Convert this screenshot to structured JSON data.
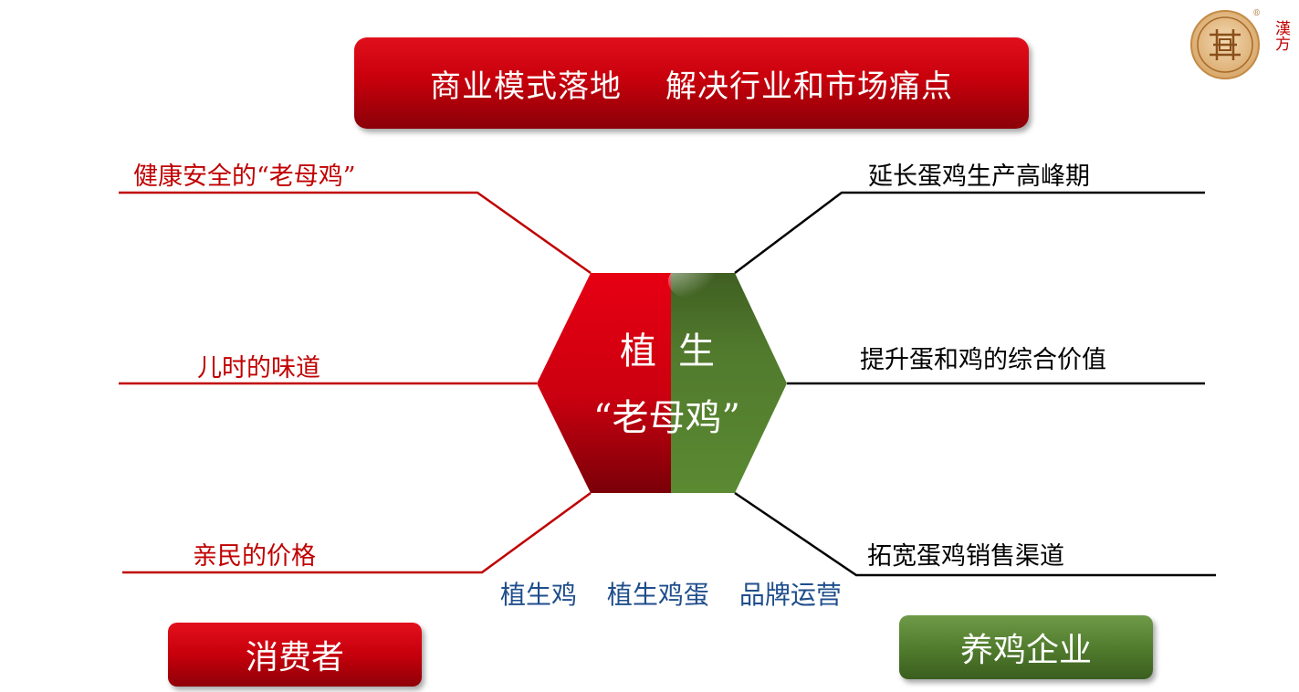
{
  "title": {
    "left": "商业模式落地",
    "right": "解决行业和市场痛点"
  },
  "left_items": [
    {
      "label": "健康安全的“老母鸡”"
    },
    {
      "label": "儿时的味道"
    },
    {
      "label": "亲民的价格"
    }
  ],
  "right_items": [
    {
      "label": "延长蛋鸡生产高峰期"
    },
    {
      "label": "提升蛋和鸡的综合价值"
    },
    {
      "label": "拓宽蛋鸡销售渠道"
    }
  ],
  "center": {
    "char_left": "植",
    "char_right": "生",
    "subtitle": "“老母鸡”"
  },
  "bottom_line": {
    "items": [
      "植生鸡",
      "植生鸡蛋",
      "品牌运营"
    ]
  },
  "buttons": {
    "consumer": "消费者",
    "farm": "养鸡企业"
  },
  "logo": {
    "mark": "漢方",
    "reg": "®"
  },
  "colors": {
    "red": "#c00000",
    "green": "#4f7a2c",
    "blue_text": "#1f4e8c"
  }
}
